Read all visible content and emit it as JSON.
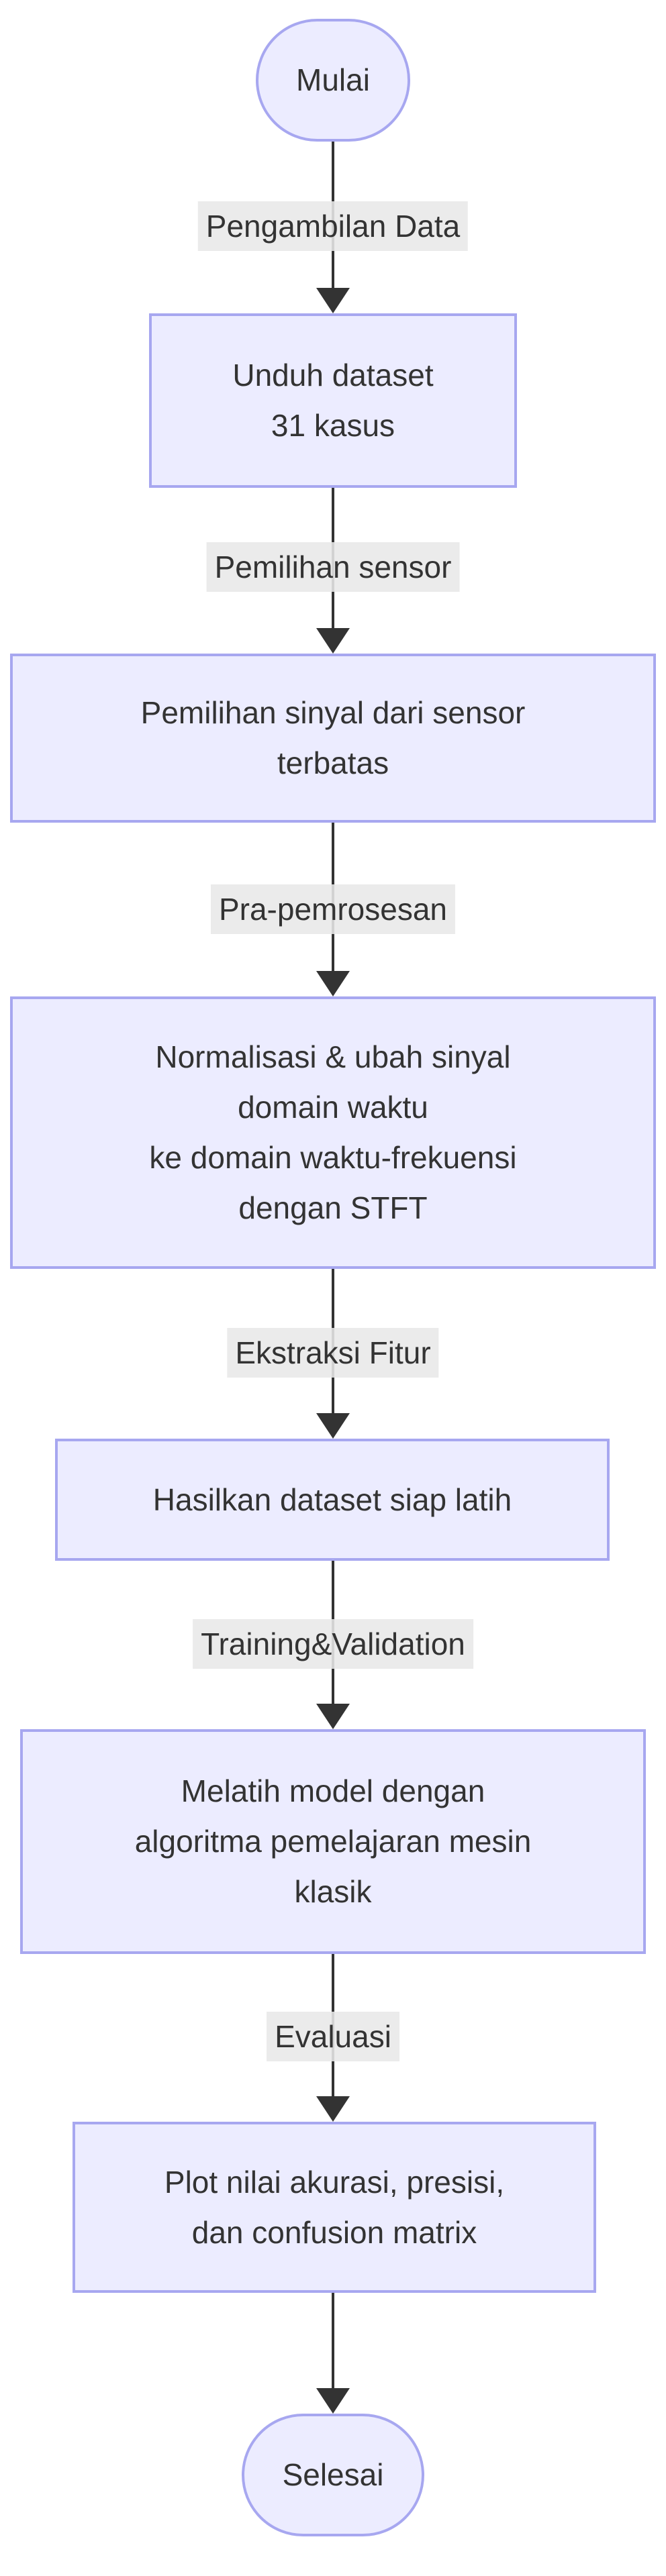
{
  "diagram": {
    "type": "flowchart",
    "direction": "top-down",
    "colors": {
      "node_fill": "#ECECFF",
      "node_border": "#A7A7F0",
      "edge_label_bg": "#E8E8E8",
      "line": "#333333",
      "text": "#333333",
      "background": "#FFFFFF"
    },
    "nodes": [
      {
        "id": "start",
        "shape": "stadium",
        "label": "Mulai"
      },
      {
        "id": "unduh-dataset",
        "shape": "rect",
        "label": "Unduh dataset\n31 kasus"
      },
      {
        "id": "pemilihan-sinyal",
        "shape": "rect",
        "label": "Pemilihan sinyal dari sensor\nterbatas"
      },
      {
        "id": "normalisasi-stft",
        "shape": "rect",
        "label": "Normalisasi & ubah sinyal\ndomain waktu\nke domain waktu-frekuensi\ndengan STFT"
      },
      {
        "id": "hasilkan-dataset",
        "shape": "rect",
        "label": "Hasilkan dataset siap latih"
      },
      {
        "id": "melatih-model",
        "shape": "rect",
        "label": "Melatih model dengan\nalgoritma pemelajaran mesin\nklasik"
      },
      {
        "id": "plot-evaluasi",
        "shape": "rect",
        "label": "Plot nilai akurasi, presisi,\ndan confusion matrix"
      },
      {
        "id": "end",
        "shape": "stadium",
        "label": "Selesai"
      }
    ],
    "edges": [
      {
        "from": "start",
        "to": "unduh-dataset",
        "label": "Pengambilan Data"
      },
      {
        "from": "unduh-dataset",
        "to": "pemilihan-sinyal",
        "label": "Pemilihan sensor"
      },
      {
        "from": "pemilihan-sinyal",
        "to": "normalisasi-stft",
        "label": "Pra-pemrosesan"
      },
      {
        "from": "normalisasi-stft",
        "to": "hasilkan-dataset",
        "label": "Ekstraksi Fitur"
      },
      {
        "from": "hasilkan-dataset",
        "to": "melatih-model",
        "label": "Training&Validation"
      },
      {
        "from": "melatih-model",
        "to": "plot-evaluasi",
        "label": "Evaluasi"
      },
      {
        "from": "plot-evaluasi",
        "to": "end",
        "label": ""
      }
    ]
  }
}
